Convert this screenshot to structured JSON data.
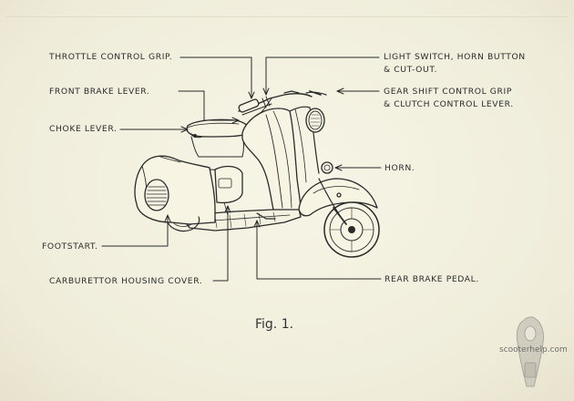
{
  "figure": {
    "caption": "Fig. 1.",
    "labels": {
      "throttle": "THROTTLE CONTROL GRIP.",
      "front_brake": "FRONT BRAKE LEVER.",
      "choke": "CHOKE LEVER.",
      "footstart": "FOOTSTART.",
      "carburettor": "CARBURETTOR HOUSING COVER.",
      "light_switch_1": "LIGHT SWITCH, HORN BUTTON",
      "light_switch_2": "& CUT-OUT.",
      "gear_shift_1": "GEAR SHIFT CONTROL GRIP",
      "gear_shift_2": "& CLUTCH CONTROL LEVER.",
      "horn": "HORN.",
      "rear_brake": "REAR BRAKE PEDAL."
    }
  },
  "watermark": {
    "text": "scooterhelp.com"
  }
}
